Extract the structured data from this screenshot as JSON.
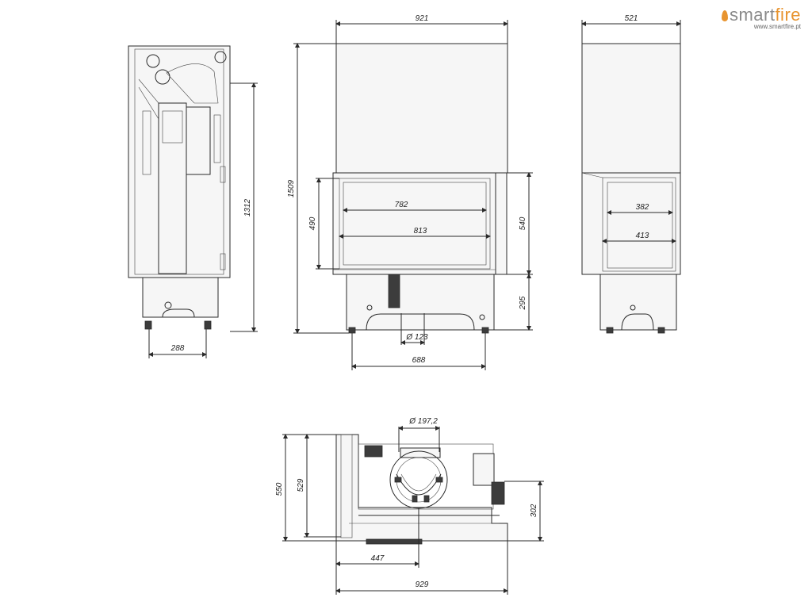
{
  "brand": {
    "name_part1": "smart",
    "name_part2": "fire",
    "url": "www.smartfire.pt",
    "accent_color": "#e8942f",
    "icon": "flame-icon"
  },
  "dimensions": {
    "side_view": {
      "height": "1312",
      "base_width": "288"
    },
    "front_view": {
      "width": "921",
      "total_height": "1509",
      "opening_height": "490",
      "glass_height": "540",
      "inner_width": "782",
      "outer_width": "813",
      "base_height": "295",
      "flue_diameter": "Ø 123",
      "base_width": "688"
    },
    "right_view": {
      "width": "521",
      "inner_width": "382",
      "outer_width": "413"
    },
    "top_view": {
      "outlet_diameter": "Ø 197,2",
      "depth_outer": "550",
      "depth_inner": "529",
      "side_offset": "302",
      "half_width": "447",
      "total_width": "929"
    }
  }
}
